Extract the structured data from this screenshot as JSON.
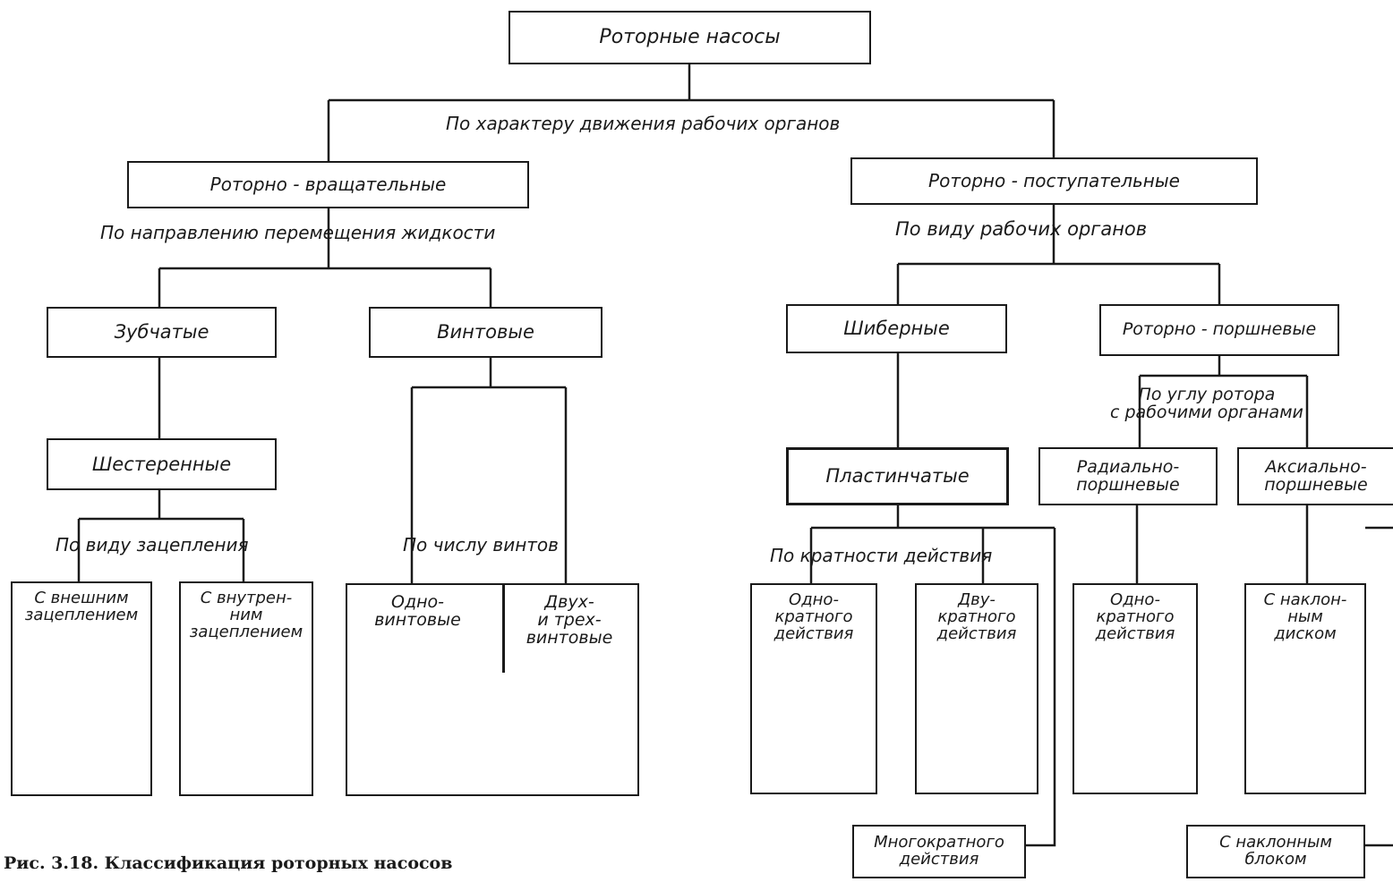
{
  "nodes": {
    "root": "Роторные насосы",
    "rotary_rotational": "Роторно - вращательные",
    "rotary_translational": "Роторно - поступательные",
    "gear": "Зубчатые",
    "screw": "Винтовые",
    "slide": "Шиберные",
    "rotary_piston": "Роторно - поршневые",
    "spur_gear": "Шестеренные",
    "vane": "Пластинчатые",
    "radial_piston": "Радиально-\nпоршневые",
    "axial_piston": "Аксиально-\nпоршневые",
    "external_mesh": "С внешним\nзацеплением",
    "internal_mesh": "С внутрен-\nним\nзацеплением",
    "single_screw": "Одно-\nвинтовые",
    "two_three_screw": "Двух-\nи трех-\nвинтовые",
    "single_action": "Одно-\nкратного\nдействия",
    "double_action": "Дву-\nкратного\nдействия",
    "radial_single_action": "Одно-\nкратного\nдействия",
    "inclined_disk": "С наклон-\nным\nдиском",
    "multi_action": "Многократного\nдействия",
    "inclined_block": "С наклонным\nблоком"
  },
  "criteria": {
    "by_motion": "По характеру движения рабочих органов",
    "by_flow_direction": "По направлению перемещения жидкости",
    "by_element_type": "По виду рабочих органов",
    "by_mesh_type": "По виду зацепления",
    "by_screw_count": "По числу винтов",
    "by_action_multiplicity": "По кратности действия",
    "by_rotor_angle": "По углу ротора\nс рабочими органами"
  },
  "caption": "Рис. 3.18. Классификация роторных насосов"
}
